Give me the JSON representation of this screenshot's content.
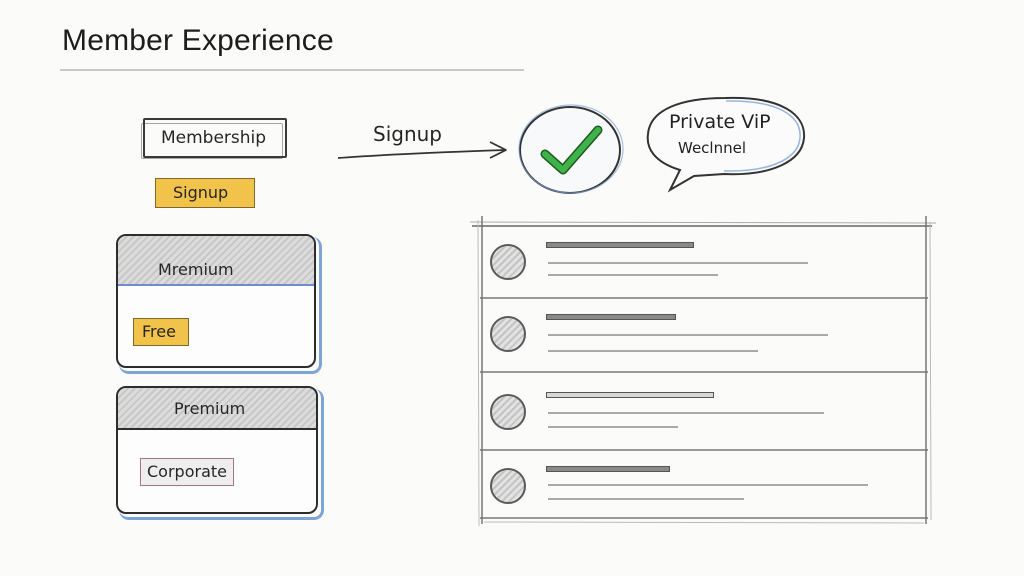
{
  "header": {
    "title": "Member Experience"
  },
  "flow": {
    "membership_label": "Membership",
    "signup_tag": "Signup",
    "arrow_label": "Signup",
    "bubble_line1": "Private ViP",
    "bubble_line2": "Weclnnel"
  },
  "plans": [
    {
      "header": "Mremium",
      "tag": "Free"
    },
    {
      "header": "Premium",
      "tag": "Corporate"
    }
  ],
  "member_list": {
    "rows": 4
  },
  "colors": {
    "accent_yellow": "#f1c34a",
    "accent_blue": "#7ea3d6",
    "check_green": "#3fb34a"
  },
  "icons": [
    "checkmark-icon",
    "speech-bubble-icon",
    "arrow-right-icon",
    "avatar-icon"
  ]
}
